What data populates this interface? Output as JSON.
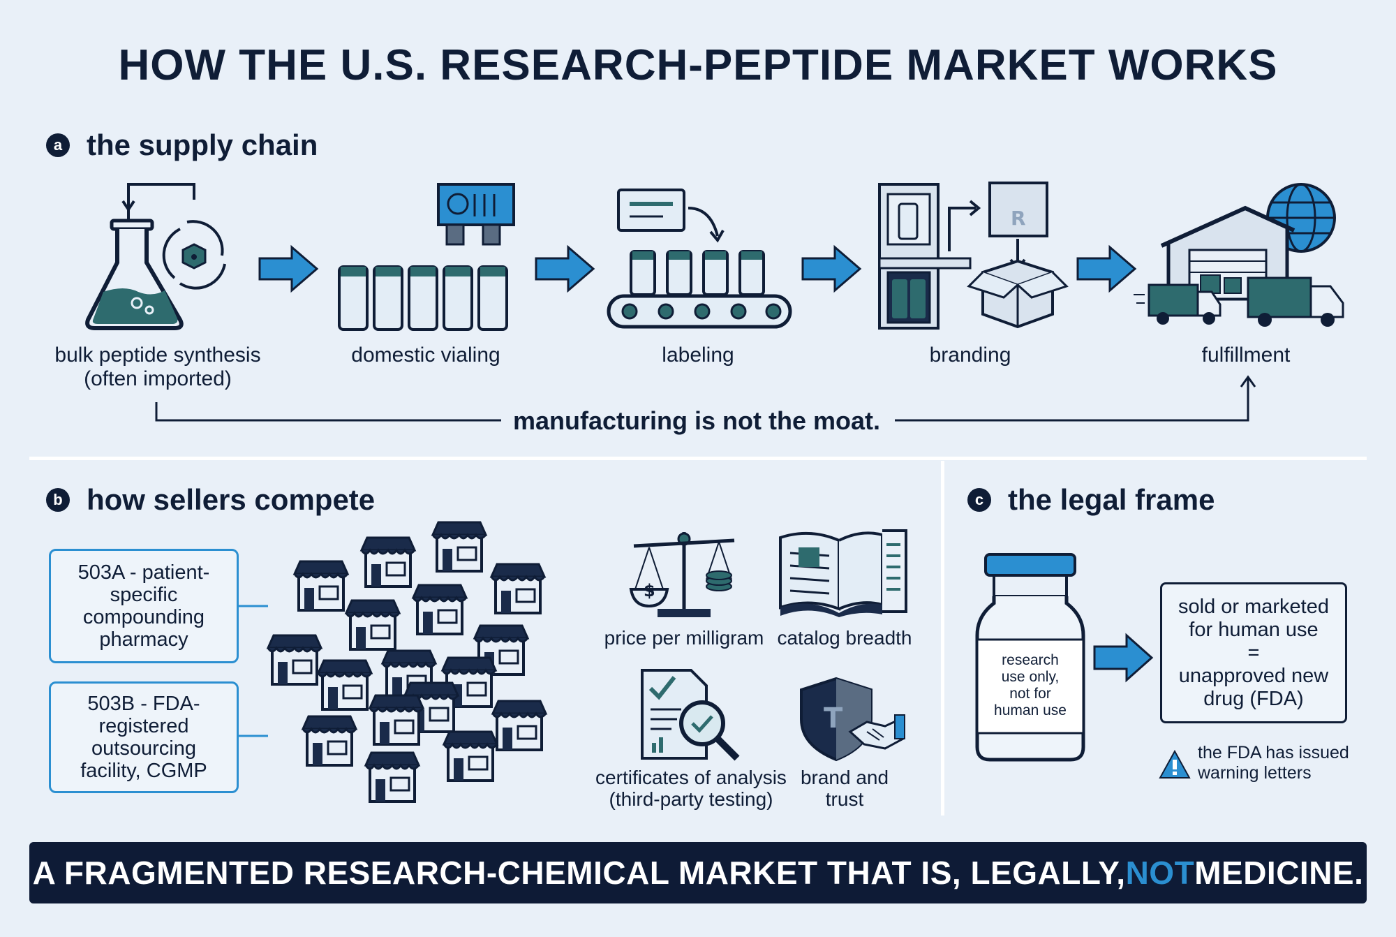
{
  "title": "HOW THE U.S. RESEARCH-PEPTIDE MARKET WORKS",
  "section_a": {
    "badge": "a",
    "title": "the supply chain",
    "steps": [
      {
        "label_line1": "bulk peptide synthesis",
        "label_line2": "(often imported)"
      },
      {
        "label_line1": "domestic vialing",
        "label_line2": ""
      },
      {
        "label_line1": "labeling",
        "label_line2": ""
      },
      {
        "label_line1": "branding",
        "label_line2": ""
      },
      {
        "label_line1": "fulfillment",
        "label_line2": ""
      }
    ],
    "moat_note": "manufacturing is not the moat."
  },
  "section_b": {
    "badge": "b",
    "title": "how sellers compete",
    "boxes": [
      {
        "lines": [
          "503A - patient-",
          "specific",
          "compounding",
          "pharmacy"
        ]
      },
      {
        "lines": [
          "503B - FDA-",
          "registered",
          "outsourcing",
          "facility, CGMP"
        ]
      }
    ],
    "factors": [
      {
        "label_line1": "price per milligram",
        "label_line2": "",
        "icon": "scale-icon"
      },
      {
        "label_line1": "catalog breadth",
        "label_line2": "",
        "icon": "catalog-icon"
      },
      {
        "label_line1": "certificates of analysis",
        "label_line2": "(third-party testing)",
        "icon": "certificate-icon"
      },
      {
        "label_line1": "brand and",
        "label_line2": "trust",
        "icon": "shield-handshake-icon"
      }
    ]
  },
  "section_c": {
    "badge": "c",
    "title": "the legal frame",
    "vial_label": [
      "research",
      "use only,",
      "not for",
      "human use"
    ],
    "result_box": [
      "sold or marketed",
      "for human use",
      "=",
      "unapproved new",
      "drug (FDA)"
    ],
    "warning": [
      "the FDA has issued",
      "warning letters"
    ]
  },
  "banner": {
    "text_before": "A FRAGMENTED RESEARCH-CHEMICAL MARKET THAT IS, LEGALLY, ",
    "text_accent": "NOT",
    "text_after": " MEDICINE."
  },
  "colors": {
    "navy": "#0f1d36",
    "blue": "#2b8fd1",
    "teal": "#2e6b6e",
    "bg": "#e9f0f8"
  }
}
